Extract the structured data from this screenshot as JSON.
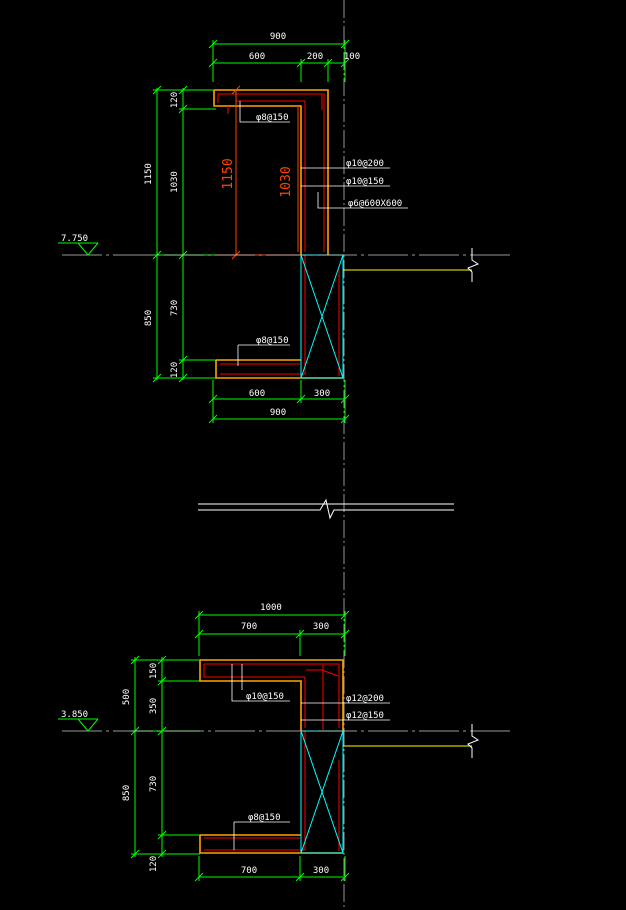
{
  "colors": {
    "background": "#000000",
    "dimension": "#00ff00",
    "text": "#ffffff",
    "outline": "#ffa500",
    "rebar": "#ff0000",
    "wall": "#00ffff",
    "slab": "#ffff00",
    "axis": "#bbbbbb",
    "big_dim": "#ff4500"
  },
  "section1": {
    "top_total": "900",
    "top_left": "600",
    "top_mid": "200",
    "top_right": "100",
    "left_outer": "1150",
    "left_top": "120",
    "left_mid": "1030",
    "lower_outer": "850",
    "lower_mid": "730",
    "lower_bottom": "120",
    "big_height": "1150",
    "big_inner": "1030",
    "rebar_top": "φ8@150",
    "rebar_r1": "φ10@200",
    "rebar_r2": "φ10@150",
    "rebar_r3": "φ6@600X600",
    "rebar_bottom": "φ8@150",
    "bottom_left": "600",
    "bottom_right": "300",
    "bottom_total": "900",
    "level": "7.750"
  },
  "section2": {
    "top_total": "1000",
    "top_left": "700",
    "top_right": "300",
    "left_outer": "500",
    "left_top": "150",
    "left_mid": "350",
    "lower_outer": "850",
    "lower_mid": "730",
    "lower_bottom": "120",
    "rebar_top": "φ10@150",
    "rebar_r1": "φ12@200",
    "rebar_r2": "φ12@150",
    "rebar_bottom": "φ8@150",
    "bottom_left": "700",
    "bottom_right": "300",
    "level": "3.850"
  }
}
